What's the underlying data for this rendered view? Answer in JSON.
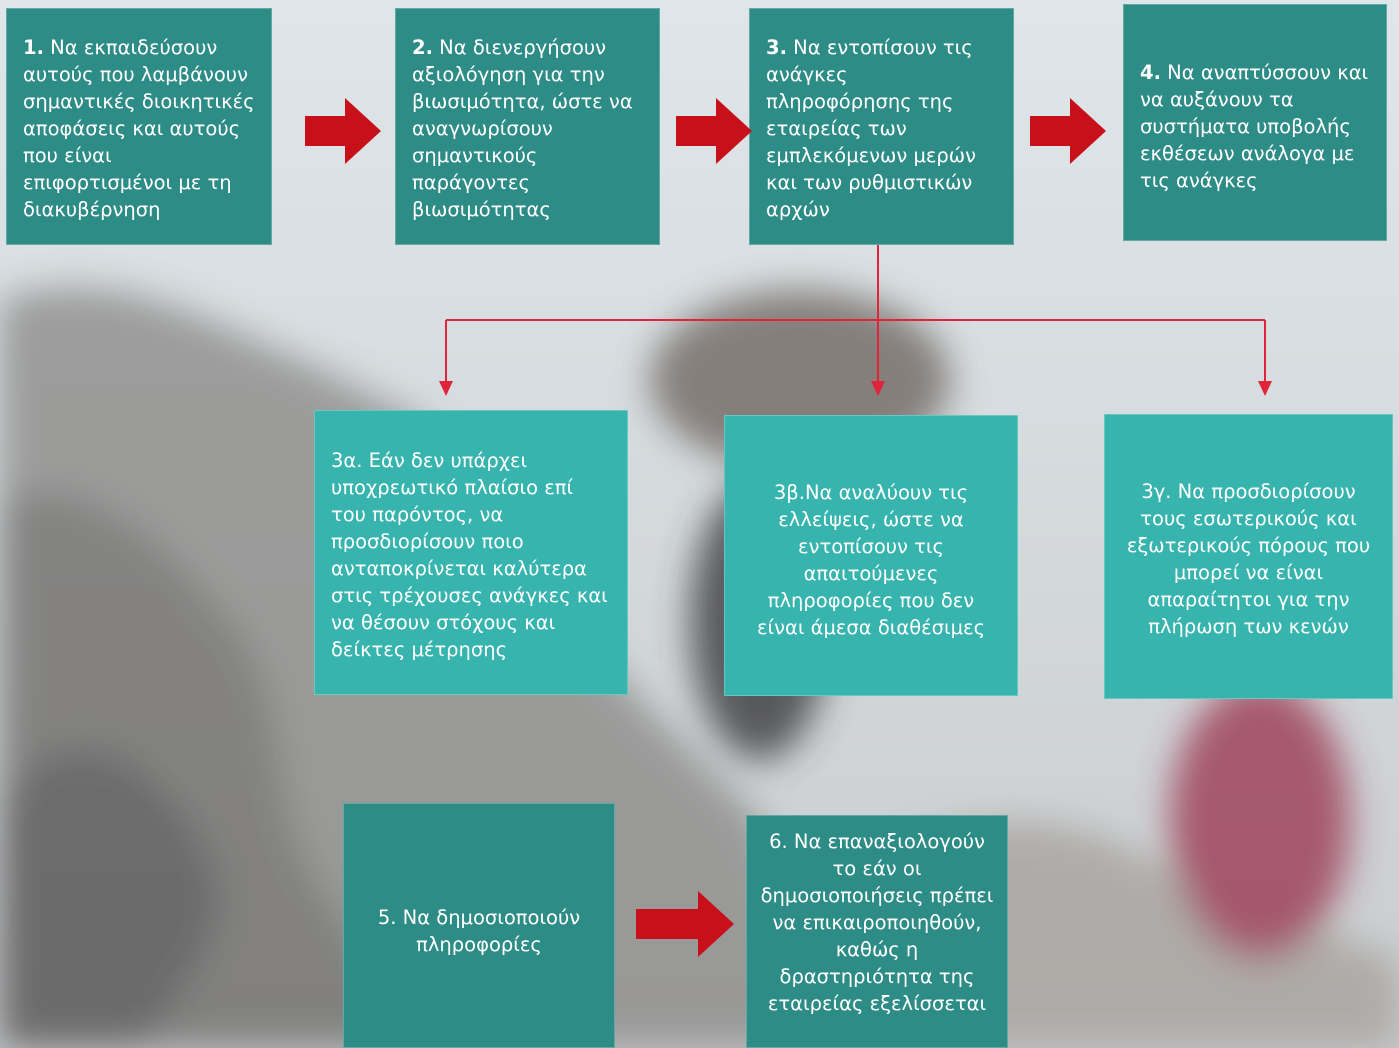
{
  "colors": {
    "box_dark": "#2e8c86",
    "box_light": "#36b4ad",
    "arrow_fill": "#c8101b",
    "connector_line": "#e0243a",
    "text": "#ffffff"
  },
  "icons": {
    "flow_arrow": "block-right-arrow-icon",
    "branch_arrow": "down-arrow-icon"
  },
  "steps": {
    "s1": {
      "num": "1.",
      "text": " Να εκπαιδεύσουν αυτούς που λαμβάνουν σημαντικές διοικητικές αποφάσεις και αυτούς που είναι επιφορτισμένοι με τη διακυβέρνηση"
    },
    "s2": {
      "num": "2.",
      "text": " Να διενεργήσουν αξιολόγηση για την βιωσιμότητα, ώστε να αναγνωρίσουν σημαντικούς παράγοντες βιωσιμότητας"
    },
    "s3": {
      "num": "3.",
      "text": " Να εντοπίσουν τις ανάγκες πληροφόρησης της εταιρείας των εμπλεκόμενων μερών και των ρυθμιστικών αρχών"
    },
    "s4": {
      "num": "4.",
      "text": " Να αναπτύσσουν και να αυξάνουν τα συστήματα υποβολής εκθέσεων ανάλογα με τις ανάγκες"
    },
    "s3a": {
      "text": "3α. Εάν δεν υπάρχει υποχρεωτικό πλαίσιο επί του παρόντος, να προσδιορίσουν ποιο ανταποκρίνεται καλύτερα στις τρέχουσες ανάγκες και να θέσουν στόχους και δείκτες μέτρησης"
    },
    "s3b": {
      "text": "3β.Να αναλύουν τις ελλείψεις, ώστε να εντοπίσουν τις απαιτούμενες πληροφορίες που δεν είναι άμεσα διαθέσιμες"
    },
    "s3c": {
      "text": "3γ. Να προσδιορίσουν τους εσωτερικούς και εξωτερικούς πόρους που μπορεί να είναι απαραίτητοι για την πλήρωση των κενών"
    },
    "s5": {
      "text": "5. Να δημοσιοποιούν πληροφορίες"
    },
    "s6": {
      "text": "6. Να επαναξιολογούν το εάν οι δημοσιοποιήσεις πρέπει να επικαιροποιηθούν, καθώς η δραστηριότητα της εταιρείας εξελίσσεται"
    }
  }
}
